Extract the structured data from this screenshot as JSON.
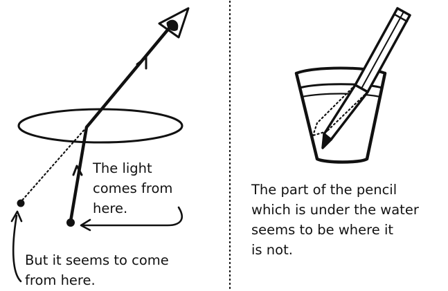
{
  "left_panel": {
    "light_label_lines": [
      "The light",
      "comes from",
      "here."
    ],
    "seems_label_lines": [
      "But it seems to come",
      "from here."
    ]
  },
  "right_panel": {
    "caption_lines": [
      "The part of the pencil",
      "which is under the water",
      "seems to be where it",
      "is not."
    ]
  },
  "colors": {
    "ink": "#111111",
    "background": "#ffffff"
  }
}
